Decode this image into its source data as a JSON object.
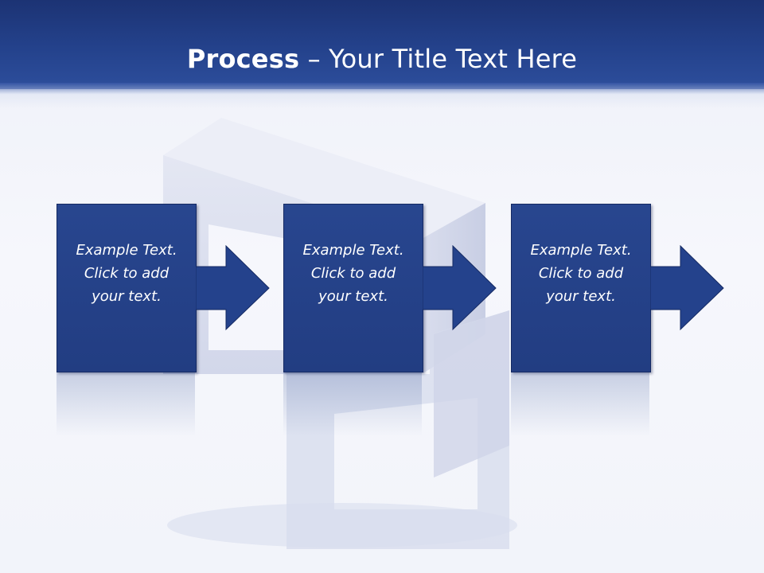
{
  "title": {
    "bold": "Process",
    "rest": " – Your Title Text Here"
  },
  "steps": [
    {
      "text": "Example Text.\nClick  to add\nyour text."
    },
    {
      "text": "Example Text.\nClick  to add\nyour text."
    },
    {
      "text": "Example Text.\nClick  to add\nyour text."
    }
  ],
  "colors": {
    "header": "#24428c",
    "box": "#24428c",
    "arrow": "#24428c"
  }
}
